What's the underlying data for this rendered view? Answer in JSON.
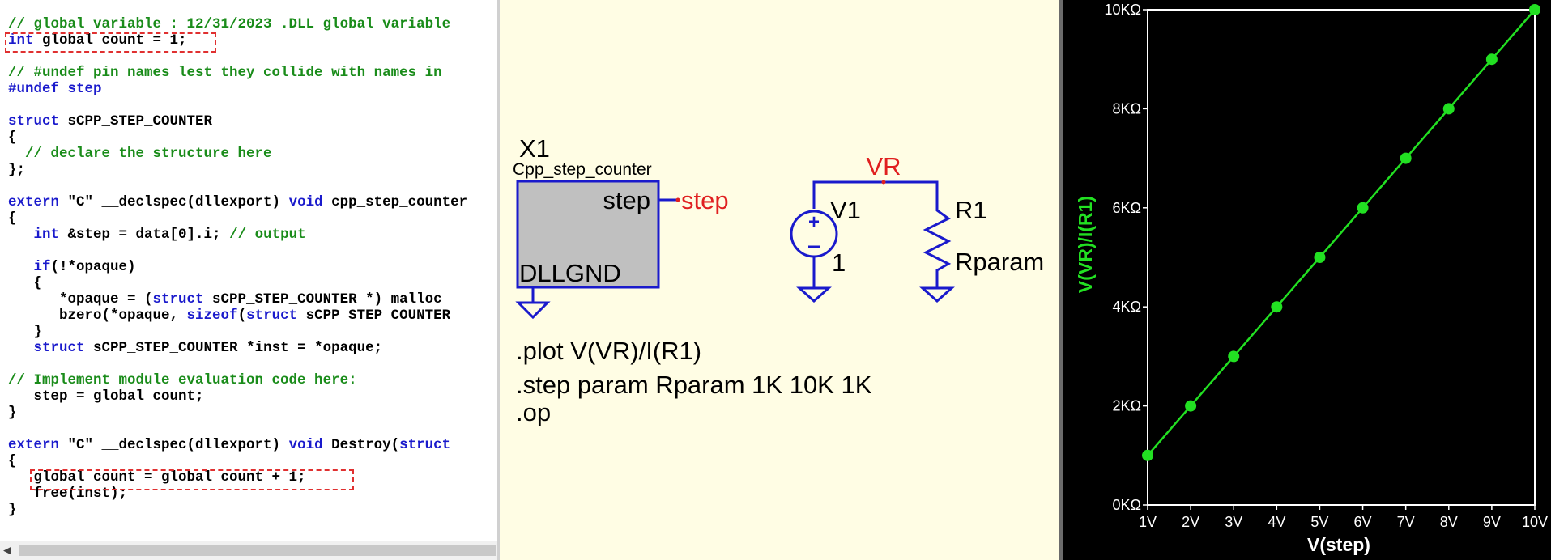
{
  "code_editor": {
    "lines": [
      [
        {
          "t": "// global variable : 12/31/2023 .DLL global variable",
          "c": "cm"
        }
      ],
      [
        {
          "t": "int",
          "c": "kw"
        },
        {
          "t": " global_count = 1;",
          "c": ""
        }
      ],
      [],
      [
        {
          "t": "// #undef pin names lest they collide with names in",
          "c": "cm"
        }
      ],
      [
        {
          "t": "#undef step",
          "c": "kw"
        }
      ],
      [],
      [
        {
          "t": "struct",
          "c": "kw"
        },
        {
          "t": " sCPP_STEP_COUNTER",
          "c": ""
        }
      ],
      [
        {
          "t": "{",
          "c": ""
        }
      ],
      [
        {
          "t": "  // declare the structure here",
          "c": "cm"
        }
      ],
      [
        {
          "t": "};",
          "c": ""
        }
      ],
      [],
      [
        {
          "t": "extern",
          "c": "kw"
        },
        {
          "t": " \"C\" __declspec(dllexport) ",
          "c": ""
        },
        {
          "t": "void",
          "c": "kw"
        },
        {
          "t": " cpp_step_counter",
          "c": ""
        }
      ],
      [
        {
          "t": "{",
          "c": ""
        }
      ],
      [
        {
          "t": "   ",
          "c": ""
        },
        {
          "t": "int",
          "c": "kw"
        },
        {
          "t": " &step = data[0].i; ",
          "c": ""
        },
        {
          "t": "// output",
          "c": "cm"
        }
      ],
      [],
      [
        {
          "t": "   ",
          "c": ""
        },
        {
          "t": "if",
          "c": "kw"
        },
        {
          "t": "(!*opaque)",
          "c": ""
        }
      ],
      [
        {
          "t": "   {",
          "c": ""
        }
      ],
      [
        {
          "t": "      *opaque = (",
          "c": ""
        },
        {
          "t": "struct",
          "c": "kw"
        },
        {
          "t": " sCPP_STEP_COUNTER *) malloc",
          "c": ""
        }
      ],
      [
        {
          "t": "      bzero(*opaque, ",
          "c": ""
        },
        {
          "t": "sizeof",
          "c": "kw"
        },
        {
          "t": "(",
          "c": ""
        },
        {
          "t": "struct",
          "c": "kw"
        },
        {
          "t": " sCPP_STEP_COUNTER",
          "c": ""
        }
      ],
      [
        {
          "t": "   }",
          "c": ""
        }
      ],
      [
        {
          "t": "   ",
          "c": ""
        },
        {
          "t": "struct",
          "c": "kw"
        },
        {
          "t": " sCPP_STEP_COUNTER *inst = *opaque;",
          "c": ""
        }
      ],
      [],
      [
        {
          "t": "// Implement module evaluation code here:",
          "c": "cm"
        }
      ],
      [
        {
          "t": "   step = global_count;",
          "c": ""
        }
      ],
      [
        {
          "t": "}",
          "c": ""
        }
      ],
      [],
      [
        {
          "t": "extern",
          "c": "kw"
        },
        {
          "t": " \"C\" __declspec(dllexport) ",
          "c": ""
        },
        {
          "t": "void",
          "c": "kw"
        },
        {
          "t": " Destroy(",
          "c": ""
        },
        {
          "t": "struct",
          "c": "kw"
        }
      ],
      [
        {
          "t": "{",
          "c": ""
        }
      ],
      [
        {
          "t": "   global_count = global_count + 1;",
          "c": ""
        }
      ],
      [
        {
          "t": "   free(inst);",
          "c": ""
        }
      ],
      [
        {
          "t": "}",
          "c": ""
        }
      ]
    ]
  },
  "schematic": {
    "instance_name": "X1",
    "component_name": "Cpp_step_counter",
    "pin_step": "step",
    "pin_gnd": "DLLGND",
    "net_step": "step",
    "net_vr": "VR",
    "source_name": "V1",
    "source_value": "1",
    "resistor_name": "R1",
    "resistor_value": "Rparam",
    "directives": [
      ".plot V(VR)/I(R1)",
      ".step param Rparam 1K 10K 1K",
      ".op"
    ]
  },
  "chart_data": {
    "type": "line",
    "xlabel": "V(step)",
    "ylabel": "V(VR)/I(R1)",
    "x_ticks": [
      "1V",
      "2V",
      "3V",
      "4V",
      "5V",
      "6V",
      "7V",
      "8V",
      "9V",
      "10V"
    ],
    "y_ticks": [
      "0KΩ",
      "2KΩ",
      "4KΩ",
      "6KΩ",
      "8KΩ",
      "10KΩ"
    ],
    "xlim": [
      1,
      10
    ],
    "ylim": [
      0,
      10
    ],
    "x": [
      1,
      2,
      3,
      4,
      5,
      6,
      7,
      8,
      9,
      10
    ],
    "y": [
      1,
      2,
      3,
      4,
      5,
      6,
      7,
      8,
      9,
      10
    ],
    "series_color": "#22e022",
    "axis_color": "#ffffff",
    "background": "#000000",
    "grid": false
  }
}
